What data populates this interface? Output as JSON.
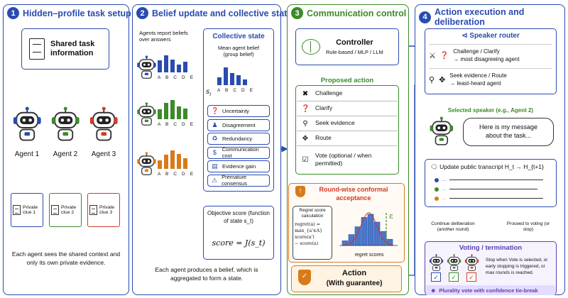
{
  "panel1": {
    "num": "1",
    "title": "Hidden–profile task setup",
    "task": "Shared task information",
    "agents": [
      "Agent 1",
      "Agent 2",
      "Agent 3"
    ],
    "clues": [
      "Private clue 1",
      "Private clue 2",
      "Private clue 3"
    ],
    "caption": "Each agent sees the shared context and only its own private evidence."
  },
  "panel2": {
    "num": "2",
    "title": "Belief update and collective state",
    "report": "Agents report beliefs over answers",
    "bar_labels": "A B C D E",
    "beliefs": [
      {
        "color": "#2a4bb0",
        "values": [
          0.55,
          0.8,
          0.6,
          0.35,
          0.5
        ]
      },
      {
        "color": "#3c8a2a",
        "values": [
          0.45,
          0.75,
          0.9,
          0.6,
          0.5
        ]
      },
      {
        "color": "#d97a1a",
        "values": [
          0.4,
          0.65,
          0.85,
          0.7,
          0.5
        ]
      }
    ],
    "collective_title": "Collective state",
    "mean_label": "Mean agent belief (group belief)",
    "mean_values": [
      0.4,
      0.9,
      0.6,
      0.5,
      0.3
    ],
    "state_symbol": "s_t",
    "features": [
      "Uncertainty",
      "Disagreement",
      "Redundancy",
      "Communication cost",
      "Evidence gain",
      "Premature consensus"
    ],
    "objective_title": "Objective score (function of state s_t)",
    "objective_formula": "score = J(s_t)",
    "caption": "Each agent produces a belief, which is aggregated to form a state."
  },
  "panel3": {
    "num": "3",
    "title": "Communication control",
    "controller": "Controller",
    "controller_sub": "Rule-based / MLP / LLM",
    "proposed": "Proposed action",
    "actions": [
      "Challenge",
      "Clarify",
      "Seek evidence",
      "Route",
      "Vote (optional / when permitted)"
    ],
    "conformal_title": "Round-wise conformal acceptance",
    "regret_title": "Regret score calculation",
    "regret_formula": [
      "regret(a) =",
      "max_{a'∈A} score(a')",
      "− score(a)"
    ],
    "regret_axis": "regret scores",
    "epsilon": "ε",
    "hist": [
      0.15,
      0.35,
      0.6,
      0.9,
      1.0,
      0.75,
      0.45,
      0.2
    ],
    "action_title": "Action",
    "action_sub": "(With guarantee)"
  },
  "panel4": {
    "num": "4",
    "title": "Action execution and deliberation",
    "router_title": "Speaker router",
    "router_rows": [
      {
        "main": "Challenge / Clarify",
        "sub": "→ most disagreeing agent"
      },
      {
        "main": "Seek evidence / Route",
        "sub": "→ least-heard agent"
      }
    ],
    "selected": "Selected speaker (e.g., Agent 2)",
    "message": "Here is my message about the task...",
    "transcript": "Update public transcript H_t → H_{t+1}",
    "continue": "Continue deliberation (another round)",
    "proceed": "Proceed to voting (or stop)",
    "voting_title": "Voting / termination",
    "voting_desc": "Stop when Vote is selected, or early stopping is triggered, or max rounds is reached.",
    "plurality": "Plurality vote with confidence tie-break"
  },
  "colors": {
    "blue": "#2a4bb0",
    "green": "#3c8a2a",
    "orange": "#d97a1a",
    "red": "#d23a2a",
    "purple": "#5a3fb0"
  }
}
